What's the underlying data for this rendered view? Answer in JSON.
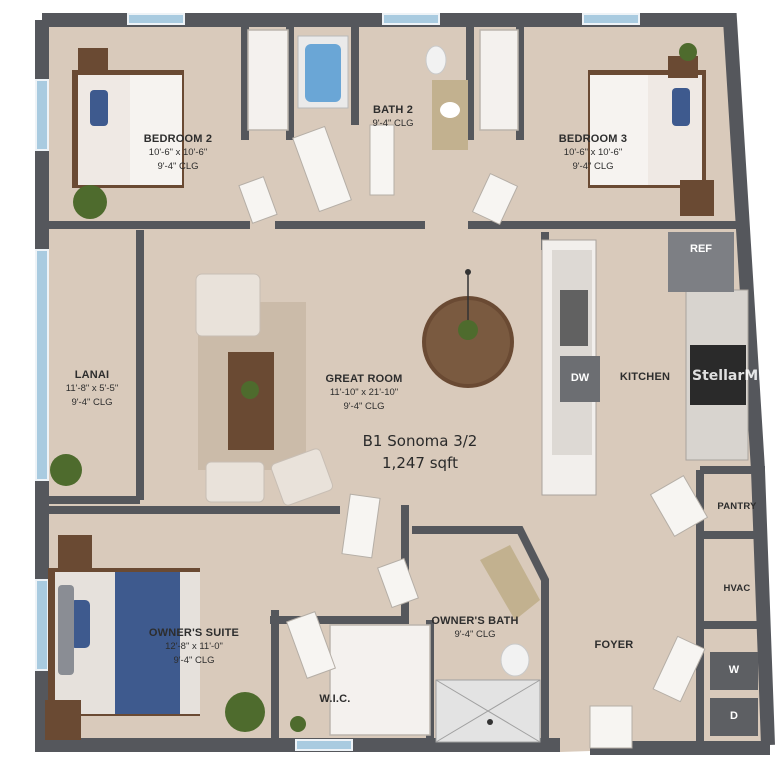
{
  "plan": {
    "title": "B1 Sonoma 3/2",
    "area": "1,247 sqft",
    "watermark": "StellarMLS"
  },
  "rooms": {
    "bedroom2": {
      "name": "BEDROOM 2",
      "size": "10'-6\" x 10'-6\"",
      "ceiling": "9'-4\" CLG"
    },
    "bath2": {
      "name": "BATH 2",
      "ceiling": "9'-4\" CLG"
    },
    "bedroom3": {
      "name": "BEDROOM 3",
      "size": "10'-6\" x 10'-6\"",
      "ceiling": "9'-4\" CLG"
    },
    "lanai": {
      "name": "LANAI",
      "size": "11'-8\" x 5'-5\"",
      "ceiling": "9'-4\" CLG"
    },
    "great_room": {
      "name": "GREAT ROOM",
      "size": "11'-10\" x 21'-10\"",
      "ceiling": "9'-4\" CLG"
    },
    "kitchen": {
      "name": "KITCHEN"
    },
    "pantry": {
      "name": "PANTRY"
    },
    "hvac": {
      "name": "HVAC"
    },
    "owners_suite": {
      "name": "OWNER'S SUITE",
      "size": "12'-8\" x 11'-0\"",
      "ceiling": "9'-4\" CLG"
    },
    "wic": {
      "name": "W.I.C."
    },
    "owners_bath": {
      "name": "OWNER'S BATH",
      "ceiling": "9'-4\" CLG"
    },
    "foyer": {
      "name": "FOYER"
    }
  },
  "appliances": {
    "ref": "REF",
    "dw": "DW",
    "washer": "W",
    "dryer": "D"
  },
  "colors": {
    "floor": "#d9cabb",
    "wall": "#55575c",
    "bed_blue": "#3e5a8e",
    "window": "#a9cbe0",
    "plant": "#4e6b2d",
    "wood": "#6a4a33"
  }
}
